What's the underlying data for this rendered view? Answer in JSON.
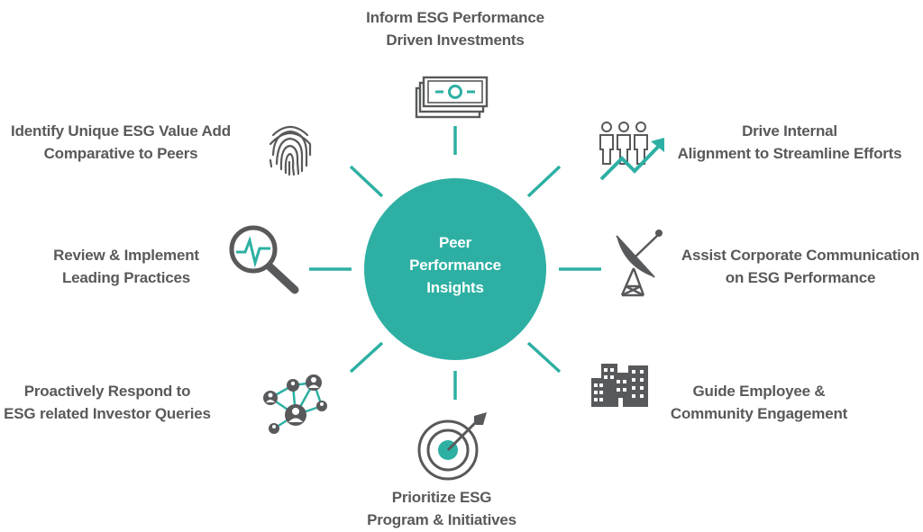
{
  "colors": {
    "accent": "#2db0a3",
    "icon": "#58595b",
    "text": "#58595b",
    "center_text": "#ffffff"
  },
  "center": {
    "line1": "Peer",
    "line2": "Performance",
    "line3": "Insights"
  },
  "items": [
    {
      "id": "top",
      "icon": "money-bills-icon",
      "line1": "Inform ESG Performance",
      "line2": "Driven Investments"
    },
    {
      "id": "top-right",
      "icon": "people-growth-icon",
      "line1": "Drive Internal",
      "line2": "Alignment to Streamline Efforts"
    },
    {
      "id": "right",
      "icon": "satellite-dish-icon",
      "line1": "Assist Corporate Communication",
      "line2": "on ESG Performance"
    },
    {
      "id": "bottom-right",
      "icon": "buildings-icon",
      "line1": "Guide Employee &",
      "line2": "Community Engagement"
    },
    {
      "id": "bottom",
      "icon": "target-icon",
      "line1": "Prioritize ESG",
      "line2": "Program & Initiatives"
    },
    {
      "id": "bottom-left",
      "icon": "network-icon",
      "line1": "Proactively Respond to",
      "line2": "ESG related Investor Queries"
    },
    {
      "id": "left",
      "icon": "magnifier-pulse-icon",
      "line1": "Review & Implement",
      "line2": "Leading Practices"
    },
    {
      "id": "top-left",
      "icon": "fingerprint-icon",
      "line1": "Identify Unique ESG Value Add",
      "line2": "Comparative to Peers"
    }
  ]
}
